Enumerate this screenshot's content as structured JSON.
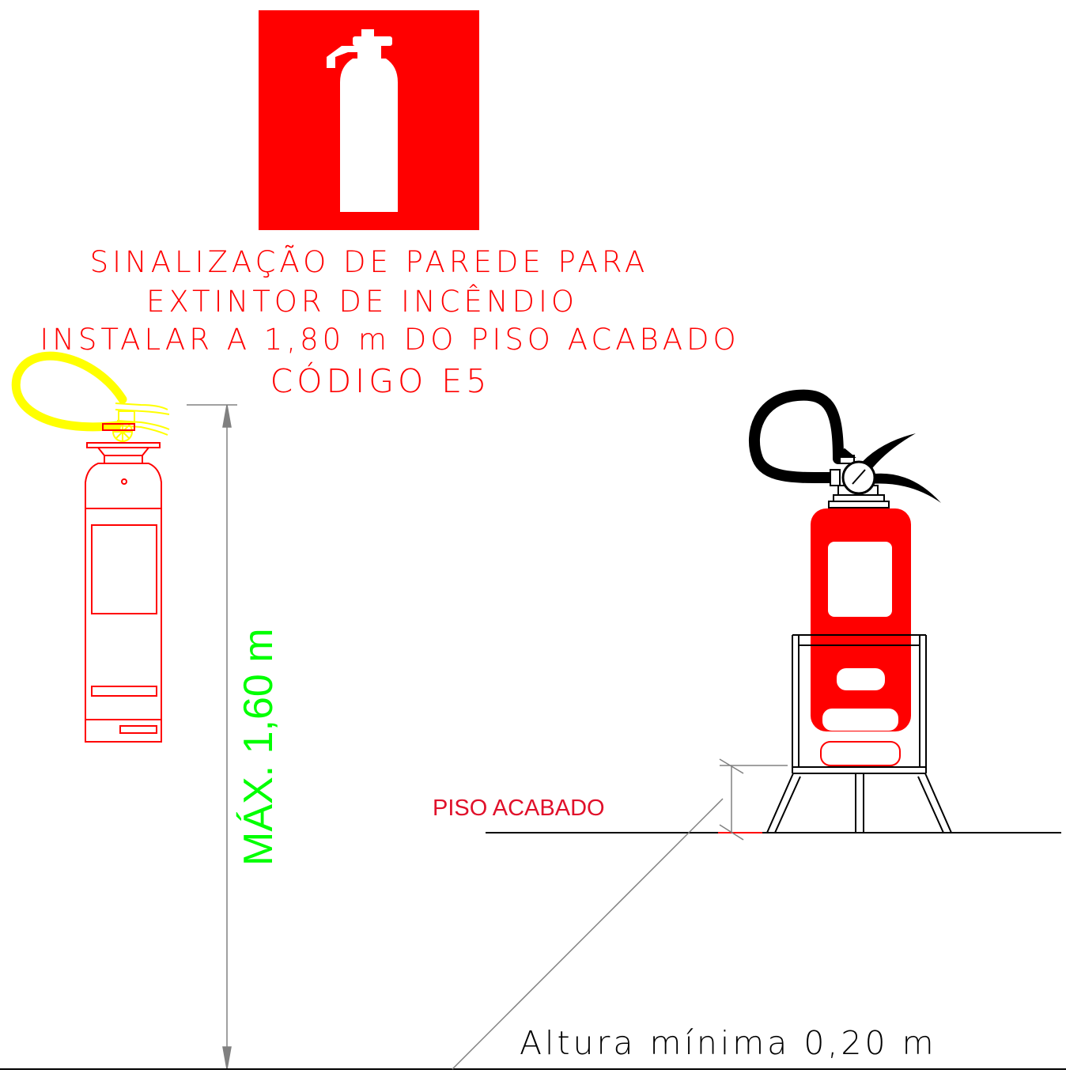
{
  "sign": {
    "line1": "SINALIZAÇÃO DE PAREDE PARA",
    "line2": "EXTINTOR DE INCÊNDIO",
    "line3": "INSTALAR A 1,80 m DO PISO ACABADO",
    "line4": "CÓDIGO E5",
    "icon": "fire-extinguisher-icon"
  },
  "dimension_max_height": "MÁX. 1,60 m",
  "floor_label": "PISO ACABADO",
  "min_height_label": "Altura mínima 0,20 m",
  "colors": {
    "sign_red": "#ff0000",
    "text_red": "#ff0000",
    "floor_label_red": "#e0102a",
    "dimension_green": "#00ff00",
    "hose_yellow": "#ffff00",
    "line_gray": "#808080"
  }
}
